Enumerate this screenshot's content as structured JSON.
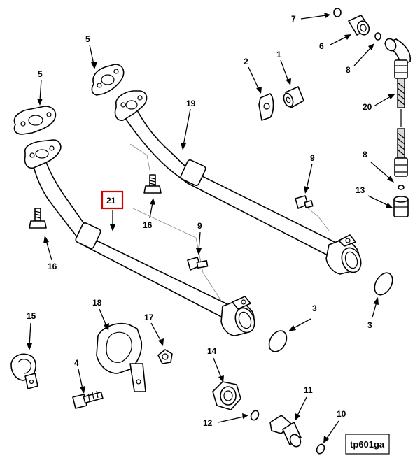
{
  "figure": {
    "id": "tp601ga",
    "highlighted_callout": "21"
  },
  "callouts": [
    {
      "num": "7",
      "part": "o-ring"
    },
    {
      "num": "6",
      "part": "adapter-fitting"
    },
    {
      "num": "8",
      "part": "o-ring"
    },
    {
      "num": "5",
      "part": "gasket-flange"
    },
    {
      "num": "2",
      "part": "clamp"
    },
    {
      "num": "1",
      "part": "spacer"
    },
    {
      "num": "5",
      "part": "gasket-flange"
    },
    {
      "num": "19",
      "part": "tube-assembly-rear"
    },
    {
      "num": "20",
      "part": "braided-hose-assembly"
    },
    {
      "num": "9",
      "part": "bolt"
    },
    {
      "num": "8",
      "part": "o-ring"
    },
    {
      "num": "21",
      "part": "tube-assembly-front"
    },
    {
      "num": "13",
      "part": "hose-end-fitting"
    },
    {
      "num": "16",
      "part": "capscrew"
    },
    {
      "num": "16",
      "part": "capscrew"
    },
    {
      "num": "9",
      "part": "bolt"
    },
    {
      "num": "3",
      "part": "o-ring"
    },
    {
      "num": "3",
      "part": "o-ring"
    },
    {
      "num": "18",
      "part": "support-bracket"
    },
    {
      "num": "15",
      "part": "clamp"
    },
    {
      "num": "17",
      "part": "locknut"
    },
    {
      "num": "14",
      "part": "coupling-nut"
    },
    {
      "num": "4",
      "part": "capscrew"
    },
    {
      "num": "11",
      "part": "adapter-fitting"
    },
    {
      "num": "12",
      "part": "o-ring"
    },
    {
      "num": "10",
      "part": "o-ring"
    }
  ]
}
